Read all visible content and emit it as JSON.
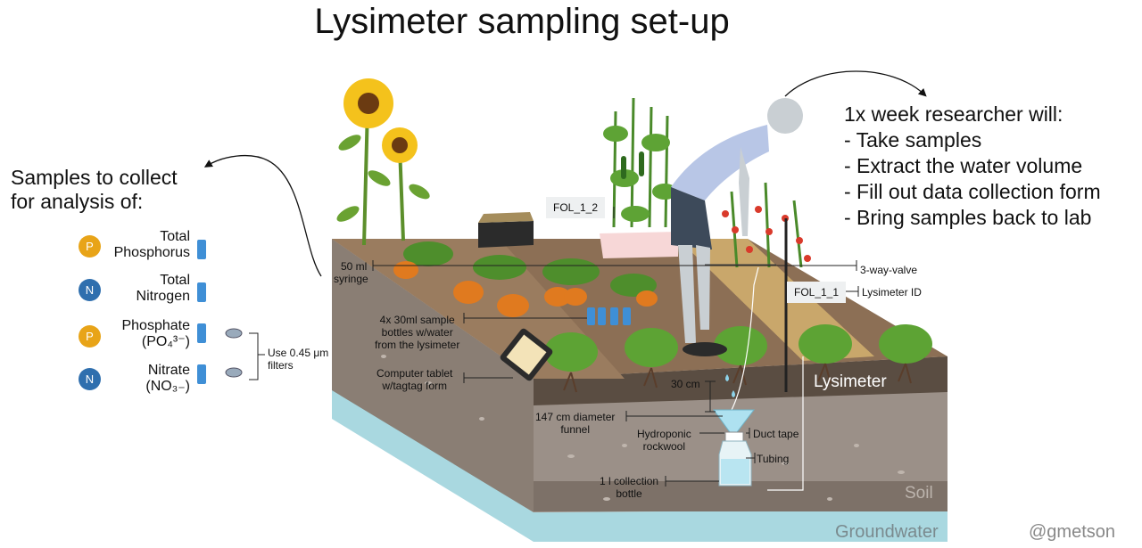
{
  "title": "Lysimeter sampling set-up",
  "samples_heading": [
    "Samples to collect",
    "for analysis of:"
  ],
  "samples": [
    {
      "badge": "P",
      "label_1": "Total",
      "label_2": "Phosphorus"
    },
    {
      "badge": "N",
      "label_1": "Total",
      "label_2": "Nitrogen"
    },
    {
      "badge": "P",
      "label_1": "Phosphate",
      "label_2": "(PO₄³⁻)"
    },
    {
      "badge": "N",
      "label_1": "Nitrate",
      "label_2": "(NO₃₋)"
    }
  ],
  "filters_note": [
    "Use 0.45 μm",
    "filters"
  ],
  "researcher_heading": "1x week researcher will:",
  "researcher_tasks": [
    "- Take samples",
    "- Extract the water volume",
    "- Fill out data collection form",
    "- Bring samples back to lab"
  ],
  "labels": {
    "syringe": [
      "50 ml",
      "syringe"
    ],
    "bottles": [
      "4x 30ml sample",
      "bottles w/water",
      "from the lysimeter"
    ],
    "tablet": [
      "Computer tablet",
      "w/tagtag form"
    ],
    "fol12": "FOL_1_2",
    "fol11": "FOL_1_1",
    "valve": "3-way-valve",
    "lysimeter_id": "Lysimeter ID",
    "lysimeter": "Lysimeter",
    "depth": "30 cm",
    "funnel": [
      "147 cm diameter",
      "funnel"
    ],
    "rockwool": [
      "Hydroponic",
      "rockwool"
    ],
    "duct_tape": "Duct tape",
    "tubing": "Tubing",
    "collection": [
      "1 l collection",
      "bottle"
    ],
    "soil": "Soil",
    "groundwater": "Groundwater"
  },
  "credit": "@gmetson",
  "colors": {
    "phosphorus_badge": "#e8a418",
    "nitrogen_badge": "#2f6fae",
    "groundwater": "#a9d8e0",
    "soil": "#8b7f76"
  }
}
